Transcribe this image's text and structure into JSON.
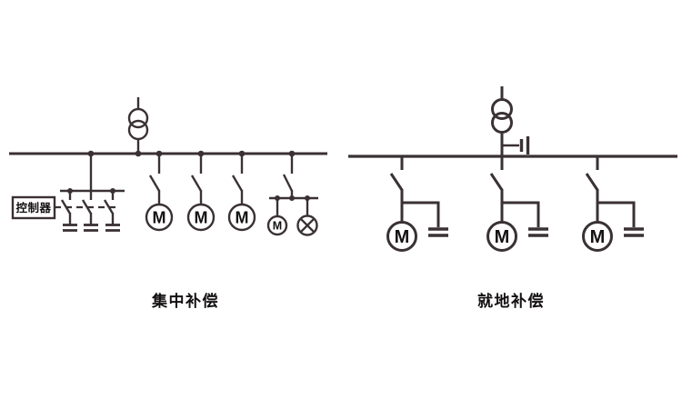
{
  "figure": {
    "background": "#ffffff",
    "line_color": "#3a3134",
    "text_color": "#141011"
  },
  "left_diagram": {
    "caption": "集中补偿",
    "controller": {
      "label": "控制器"
    },
    "motor_label": "M",
    "summary": {
      "transformer_icon": "two-winding-transformer",
      "switched_capacitor_branches": 3,
      "motor_feeders": 3,
      "mixed_feeder": "motor-and-lamp"
    }
  },
  "right_diagram": {
    "caption": "就地补偿",
    "motor_label": "M",
    "summary": {
      "transformer_icon": "two-winding-transformer",
      "bus_capacitors": 1,
      "motor_feeders_with_local_capacitor": 3
    }
  }
}
